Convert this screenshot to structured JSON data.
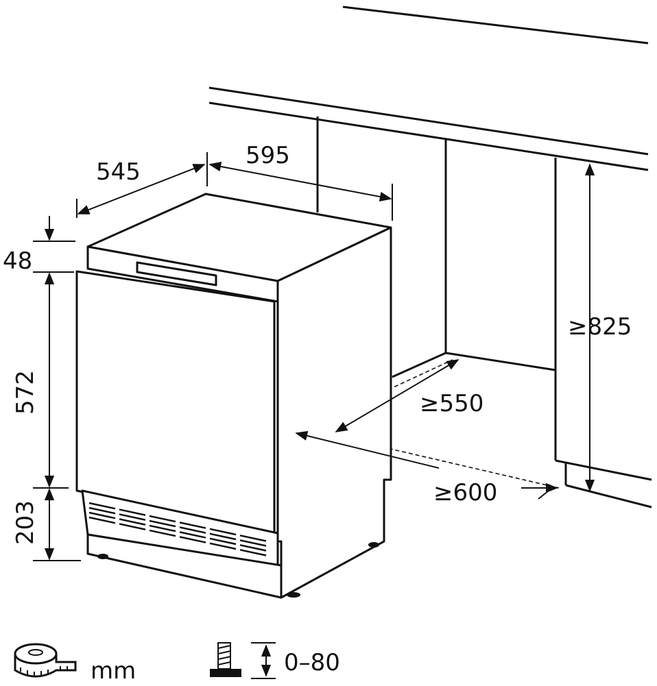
{
  "dimensions": {
    "depth": "545",
    "width": "595",
    "top_height": "48",
    "door_height": "572",
    "plinth_height": "203",
    "niche_height": "≥825",
    "niche_depth": "≥550",
    "niche_width": "≥600"
  },
  "legend": {
    "unit_icon": "tape-measure-icon",
    "unit": "mm",
    "foot_icon": "adjustable-foot-icon",
    "foot_range": "0–80"
  }
}
